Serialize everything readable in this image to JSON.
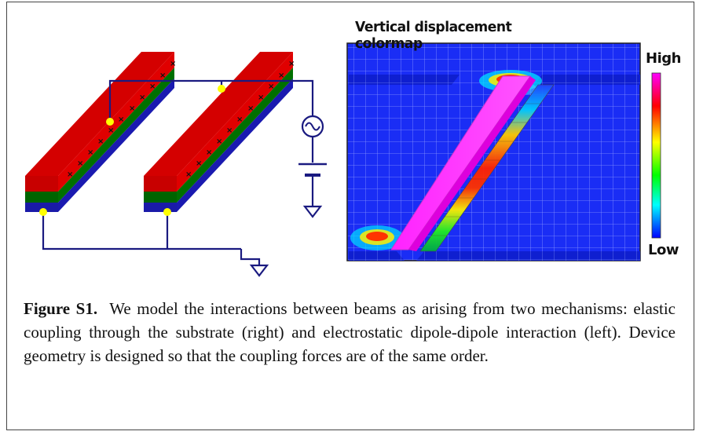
{
  "colormap": {
    "title": "Vertical displacement colormap",
    "high_label": "High",
    "low_label": "Low",
    "gradient_colors": [
      "#ff00ff",
      "#ff0000",
      "#ffff00",
      "#00ff00",
      "#00ffff",
      "#0000ff"
    ]
  },
  "caption": {
    "label": "Figure S1.",
    "text": "We model the interactions between beams as arising from two mechanisms: elastic coupling through the substrate (right) and electrostatic dipole-dipole interaction (left).  Device geometry is designed so that the coupling forces are of the same order."
  },
  "beam_layers": [
    "#c80000",
    "#006400",
    "#1a1aa8"
  ],
  "icons": [
    "ac-source-icon",
    "dc-battery-icon",
    "ground-icon"
  ]
}
